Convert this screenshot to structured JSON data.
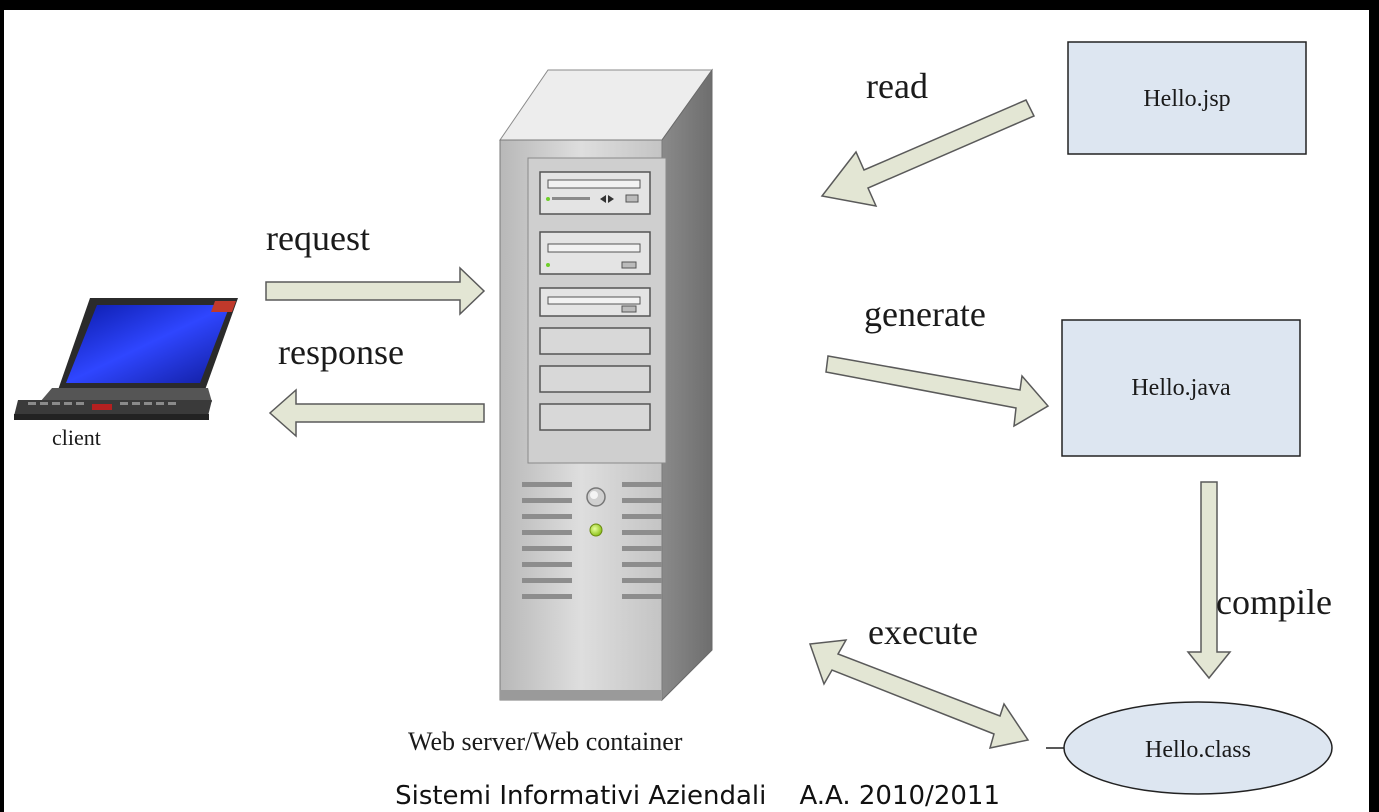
{
  "diagram": {
    "labels": {
      "read": "read",
      "request": "request",
      "response": "response",
      "generate": "generate",
      "compile": "compile",
      "execute": "execute",
      "client": "client",
      "server": "Web server/Web container"
    },
    "files": {
      "jsp": "Hello.jsp",
      "java": "Hello.java",
      "class": "Hello.class"
    },
    "footer": "Sistemi Informativi Aziendali    A.A. 2010/2011"
  },
  "colors": {
    "frame": "#000000",
    "box_fill": "#dde6f1",
    "arrow_fill": "#e3e6d4",
    "screen": "#1d2fe0",
    "server_light": "#dcdcdc",
    "server_dark": "#8c8c8c"
  },
  "icons": {
    "client": "laptop-icon",
    "server": "server-tower-icon"
  }
}
